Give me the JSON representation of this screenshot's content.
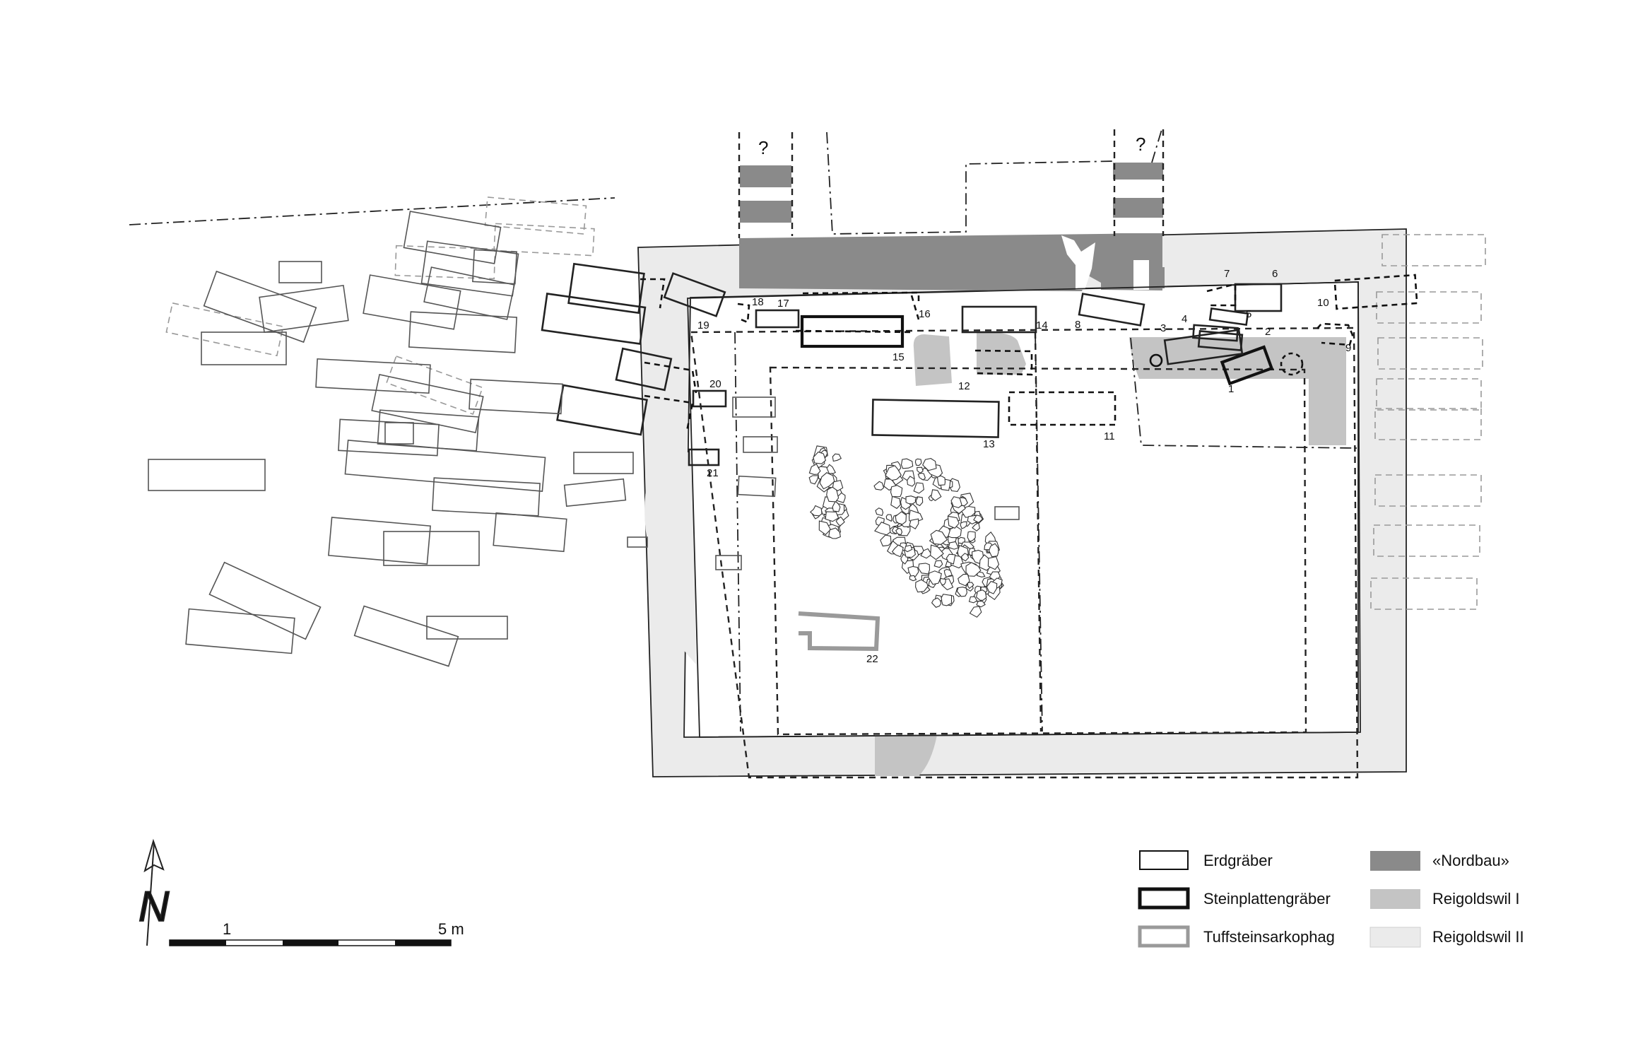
{
  "plan": {
    "question_marks": [
      "?",
      "?"
    ],
    "grave_numbers": [
      "1",
      "2",
      "3",
      "4",
      "5",
      "6",
      "7",
      "8",
      "9",
      "10",
      "11",
      "12",
      "13",
      "14",
      "15",
      "16",
      "17",
      "18",
      "19",
      "20",
      "21",
      "22"
    ]
  },
  "scale_bar": {
    "label_start": "1",
    "label_end": "5 m"
  },
  "north_arrow": {
    "letter": "N"
  },
  "legend": {
    "items": [
      {
        "key": "erdgraeber",
        "label": "Erdgräber"
      },
      {
        "key": "steinplatten",
        "label": "Steinplattengräber"
      },
      {
        "key": "tuffstein",
        "label": "Tuffsteinsarkophag"
      },
      {
        "key": "nordbau",
        "label": "«Nordbau»"
      },
      {
        "key": "reigoldswil1",
        "label": "Reigoldswil I"
      },
      {
        "key": "reigoldswil2",
        "label": "Reigoldswil II"
      }
    ]
  },
  "colors": {
    "nordbau": "#8a8a8a",
    "reigoldswil_1": "#c4c4c4",
    "reigoldswil_2": "#ebebeb",
    "tuffstein": "#9a9a9a",
    "line": "#111111"
  }
}
